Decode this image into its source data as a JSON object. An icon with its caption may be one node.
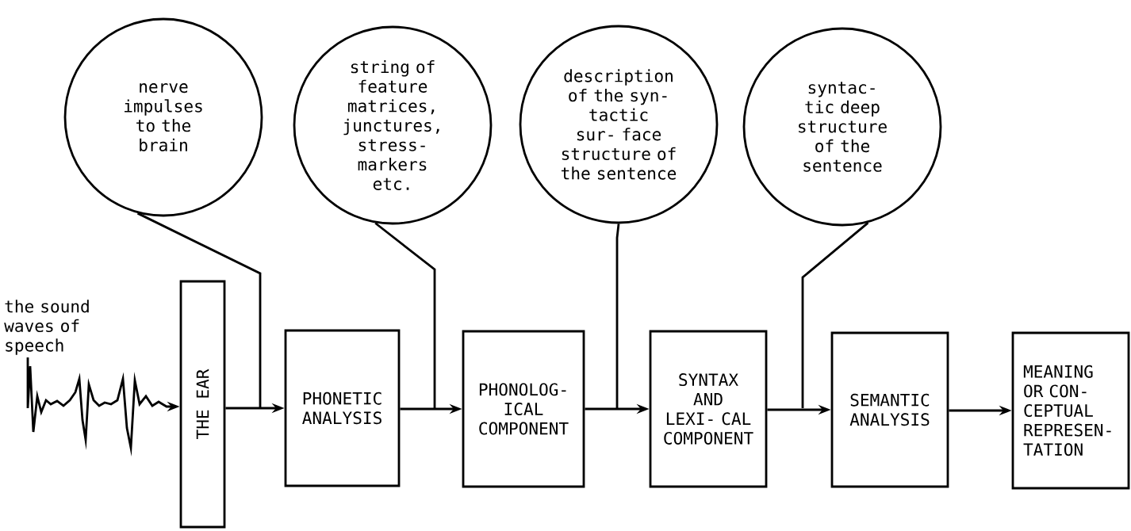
{
  "diagram": {
    "nodes": [
      {
        "text": [
          "nerve impulses to the brain"
        ]
      },
      {
        "text": [
          "string of feature matrices, junctures, stress- markers etc."
        ]
      },
      {
        "text": [
          "description of the syn- tactic sur- face structure of the sentence"
        ]
      },
      {
        "text": [
          "syntac- tic deep structure of the sentence"
        ]
      },
      {
        "text": [
          "the sound waves of speech"
        ]
      },
      {
        "text": [
          "THE EAR"
        ]
      },
      {
        "text": [
          "PHONETIC ANALYSIS"
        ]
      },
      {
        "text": [
          "PHONOLOG- ICAL COMPONENT"
        ]
      },
      {
        "text": [
          "SYNTAX AND LEXI- CAL COMPONENT"
        ]
      },
      {
        "text": [
          "SEMANTIC ANALYSIS"
        ]
      },
      {
        "text": [
          "MEANING OR CON- CEPTUAL REPRESEN- TATION"
        ]
      }
    ],
    "edges": [
      {
        "from": 4,
        "to": 5,
        "arrow": "to"
      },
      {
        "from": 5,
        "to": 6,
        "arrow": "to"
      },
      {
        "from": 6,
        "to": 7,
        "arrow": "to"
      },
      {
        "from": 7,
        "to": 8,
        "arrow": "to"
      },
      {
        "from": 8,
        "to": 9,
        "arrow": "to"
      },
      {
        "from": 9,
        "to": 10,
        "arrow": "to"
      },
      {
        "from": 0,
        "to": null,
        "arrow": "none"
      },
      {
        "from": 1,
        "to": null,
        "arrow": "none"
      },
      {
        "from": 2,
        "to": null,
        "arrow": "none"
      },
      {
        "from": 3,
        "to": null,
        "arrow": "none"
      }
    ]
  }
}
